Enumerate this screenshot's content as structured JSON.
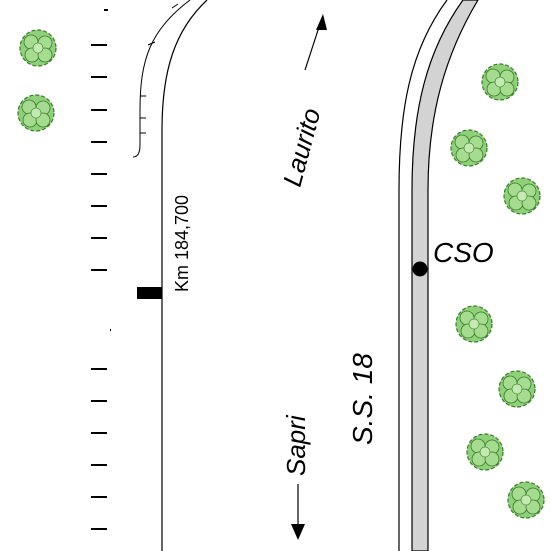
{
  "map": {
    "road_name": "S.S. 18",
    "direction_north": "Laurito",
    "direction_south": "Sapri",
    "kilometer_marker": "Km 184,700",
    "station_label": "CSO",
    "colors": {
      "road_line": "#000000",
      "cycle_lane_fill": "#d3d3d3",
      "tree_fill": "#7cc46a",
      "tree_stroke": "#3a7a2a",
      "background": "#ffffff"
    },
    "icons": [
      "tree-icon",
      "station-dot-icon",
      "direction-arrow-icon",
      "km-marker-icon"
    ]
  }
}
